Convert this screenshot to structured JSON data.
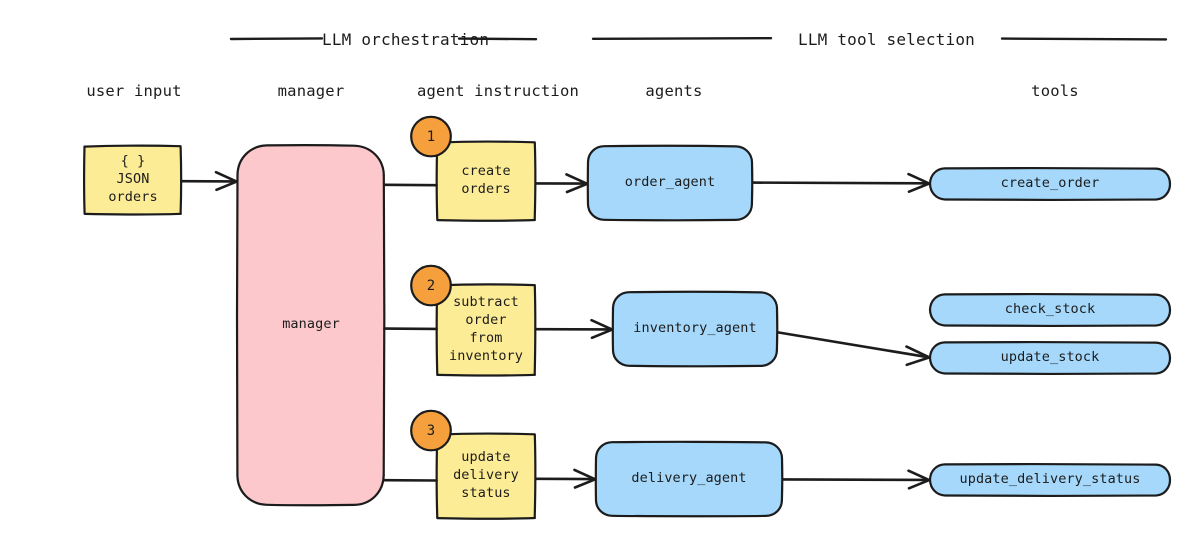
{
  "bands": [
    {
      "id": "band-llm-orchestration",
      "label": "LLM orchestration"
    },
    {
      "id": "band-llm-tool-selection",
      "label": "LLM tool selection"
    }
  ],
  "columns": [
    {
      "id": "col-user-input",
      "label": "user input"
    },
    {
      "id": "col-manager",
      "label": "manager"
    },
    {
      "id": "col-agent-instruction",
      "label": "agent instruction"
    },
    {
      "id": "col-agents",
      "label": "agents"
    },
    {
      "id": "col-tools",
      "label": "tools"
    }
  ],
  "user_input": {
    "node_label": "{ }\nJSON\norders"
  },
  "manager": {
    "node_label": "manager"
  },
  "steps": [
    {
      "badge": "1",
      "instruction": "create\norders",
      "agent": "order_agent",
      "tools": [
        "create_order"
      ]
    },
    {
      "badge": "2",
      "instruction": "subtract\norder\nfrom\ninventory",
      "agent": "inventory_agent",
      "tools": [
        "check_stock",
        "update_stock"
      ]
    },
    {
      "badge": "3",
      "instruction": "update\ndelivery\nstatus",
      "agent": "delivery_agent",
      "tools": [
        "update_delivery_status"
      ]
    }
  ],
  "colors": {
    "yellow": "#fdec96",
    "blue": "#a5d8fb",
    "pink": "#fcc8cc",
    "orange": "#f5a03c",
    "stroke": "#1c1c1c",
    "background": "#ffffff"
  }
}
